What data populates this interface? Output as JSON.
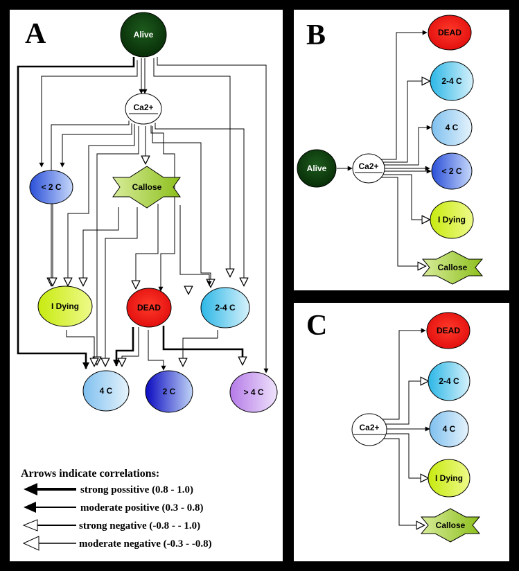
{
  "panels": {
    "a": {
      "letter": "A"
    },
    "b": {
      "letter": "B"
    },
    "c": {
      "letter": "C"
    }
  },
  "nodes": {
    "alive": "Alive",
    "ca2": "Ca2+",
    "lt2c": "< 2 C",
    "callose": "Callose",
    "idying": "I Dying",
    "dead": "DEAD",
    "c24": "2-4 C",
    "c4": "4 C",
    "c2": "2 C",
    "gt4c": "> 4 C"
  },
  "legend": {
    "title": "Arrows indicate correlations:",
    "items": [
      {
        "label": "strong possitive (0.8 - 1.0)",
        "style": "filled-thick"
      },
      {
        "label": "moderate positive (0.3 - 0.8)",
        "style": "filled-thin"
      },
      {
        "label": "strong negative (-0.8 - - 1.0)",
        "style": "open-thin"
      },
      {
        "label": "moderate negative (-0.3 - -0.8)",
        "style": "open-large"
      }
    ]
  },
  "colors": {
    "alive": "#0b3d0b",
    "dead": "#ee1111",
    "callose": "#a6cc3a",
    "idying": "#d8f21c",
    "c24": "#4ec9ec",
    "c4": "#9fd0f2",
    "c2": "#1c1ccc",
    "lt2c": "#4a6fe0",
    "gt4c": "#c79aee"
  }
}
